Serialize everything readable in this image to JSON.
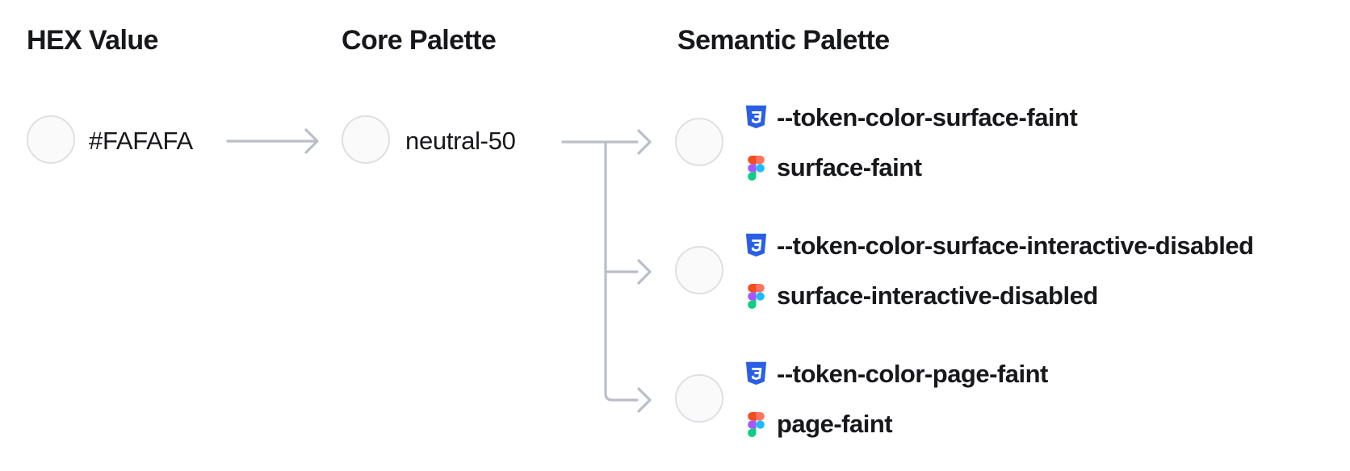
{
  "diagram": {
    "columns": [
      {
        "header": "HEX Value"
      },
      {
        "header": "Core Palette"
      },
      {
        "header": "Semantic Palette"
      }
    ],
    "hex": {
      "label": "#FAFAFA"
    },
    "core": {
      "label": "neutral-50"
    },
    "semantic": [
      {
        "css_token": "--token-color-surface-faint",
        "figma_name": "surface-faint"
      },
      {
        "css_token": "--token-color-surface-interactive-disabled",
        "figma_name": "surface-interactive-disabled"
      },
      {
        "css_token": "--token-color-page-faint",
        "figma_name": "page-faint"
      }
    ],
    "icons": {
      "css": "css3-shield-icon",
      "figma": "figma-logo-icon",
      "figma_colors": [
        "#f24e1e",
        "#ff7262",
        "#a259ff",
        "#1abcfe",
        "#0acf83"
      ]
    },
    "colors": {
      "text": "#17181b",
      "connector": "#b9bec8",
      "swatch_fill": "#fafafa",
      "swatch_border": "#dfe0e5",
      "css_icon_blue": "#2b5fe3"
    }
  }
}
